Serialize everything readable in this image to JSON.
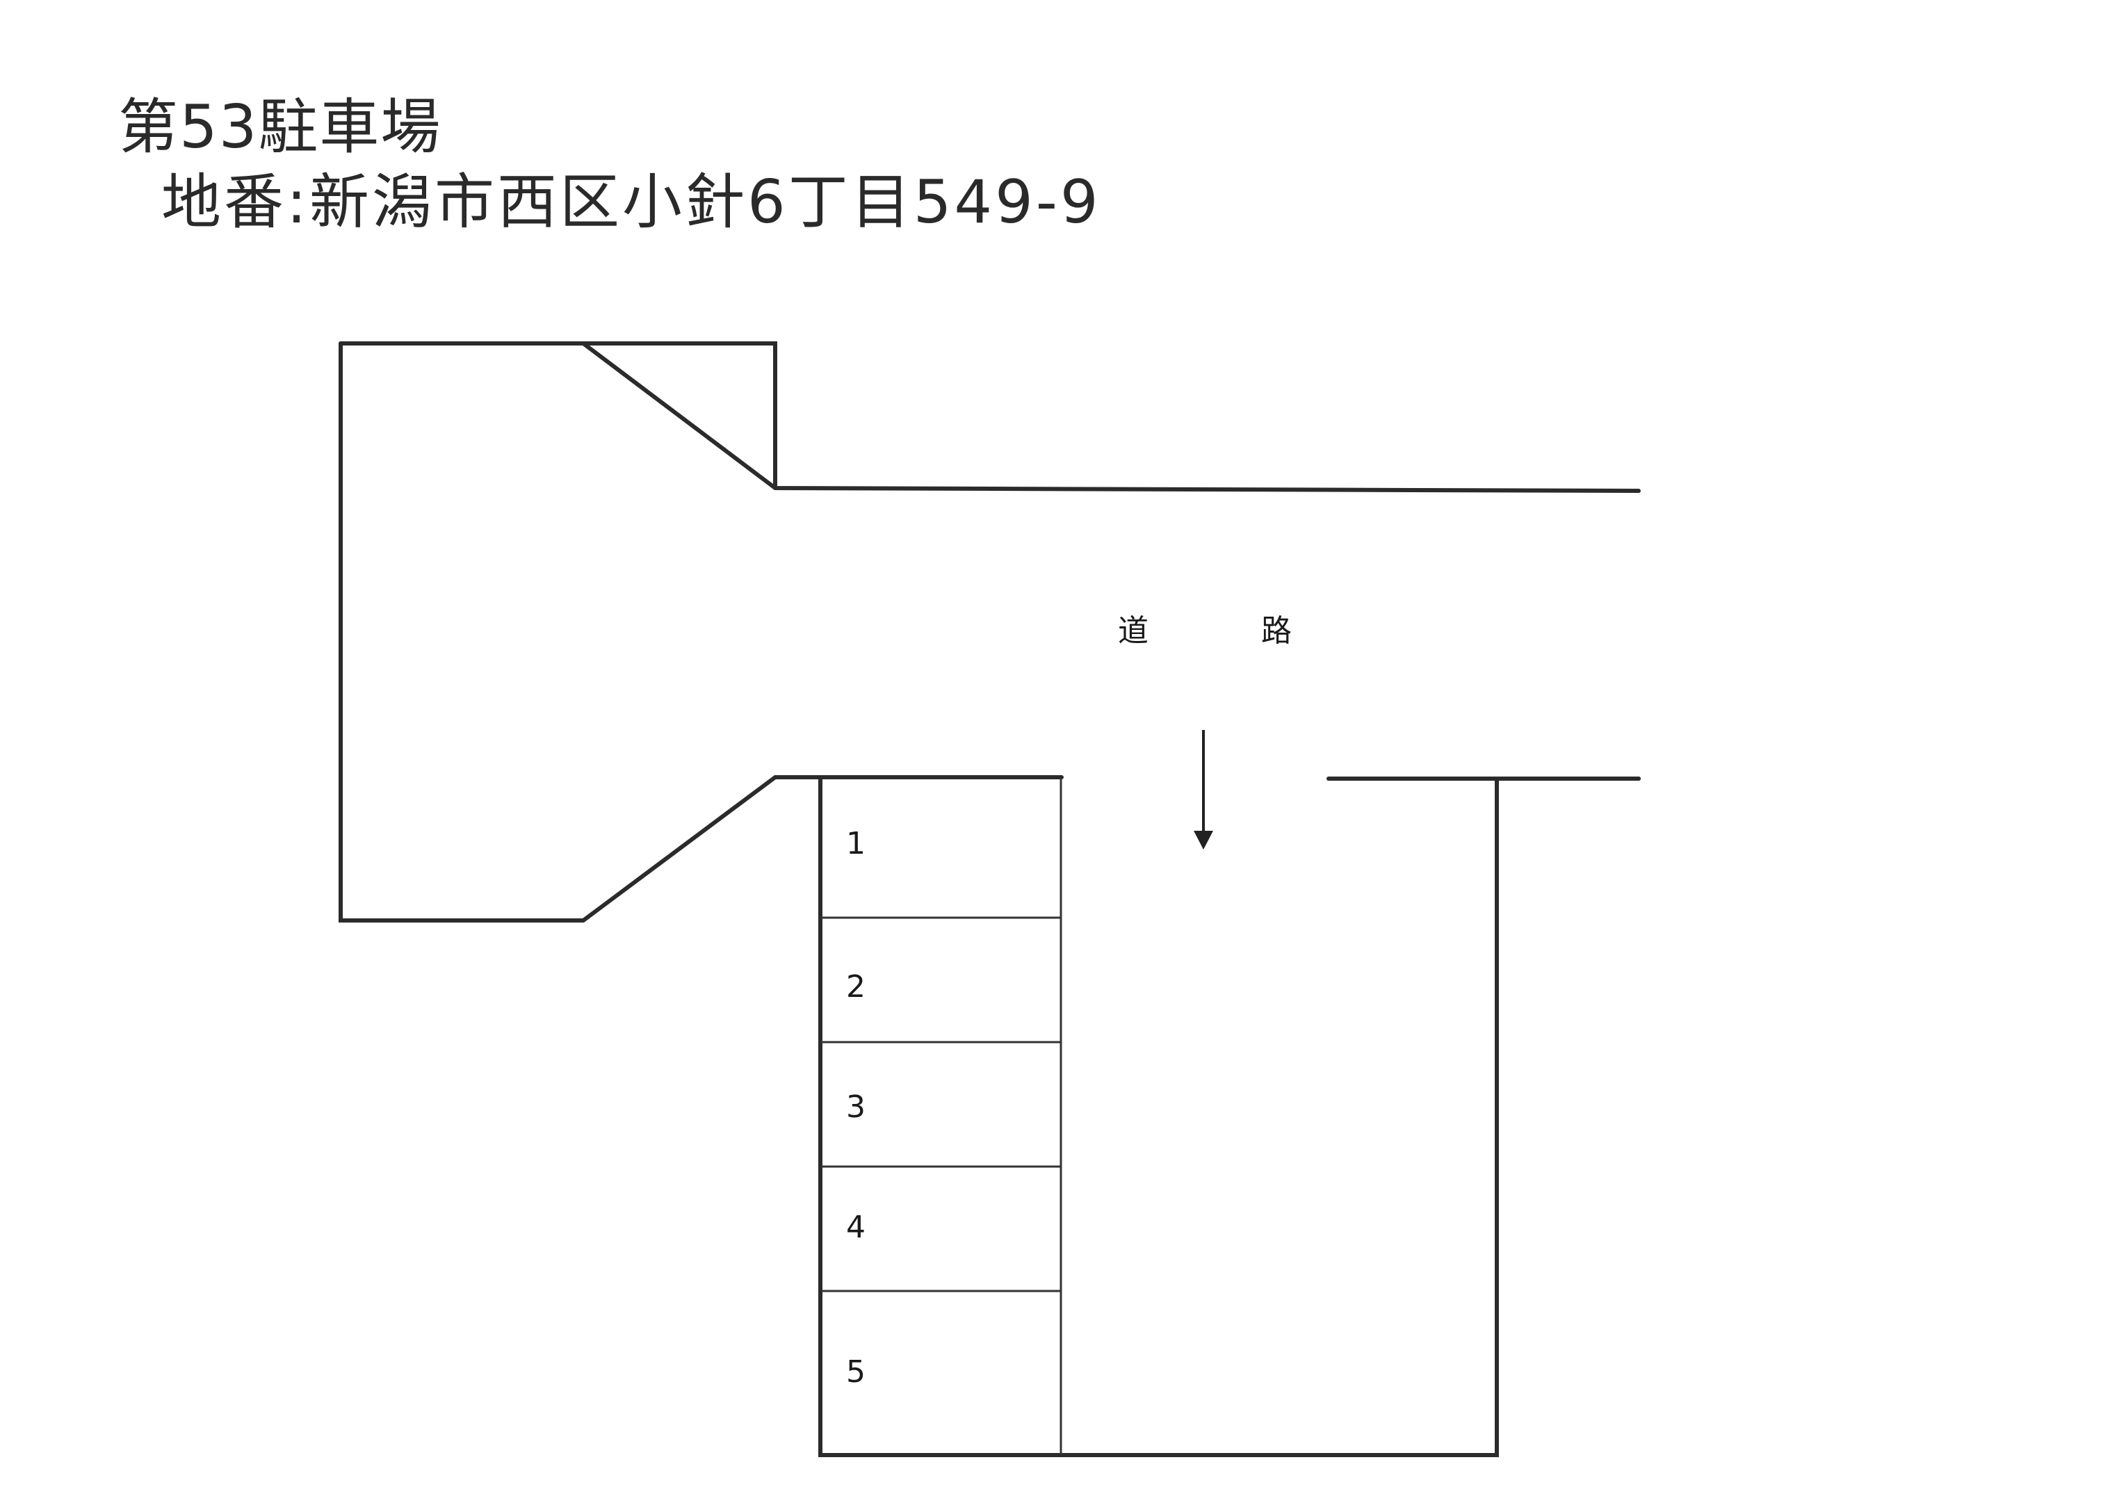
{
  "header": {
    "title": "第53駐車場",
    "address": "地番:新潟市西区小針6丁目549-9"
  },
  "map": {
    "road_label_1": "道",
    "road_label_2": "路",
    "entry_arrow": "arrow-down-icon",
    "stalls": [
      {
        "number": "1"
      },
      {
        "number": "2"
      },
      {
        "number": "3"
      },
      {
        "number": "4"
      },
      {
        "number": "5"
      }
    ]
  }
}
